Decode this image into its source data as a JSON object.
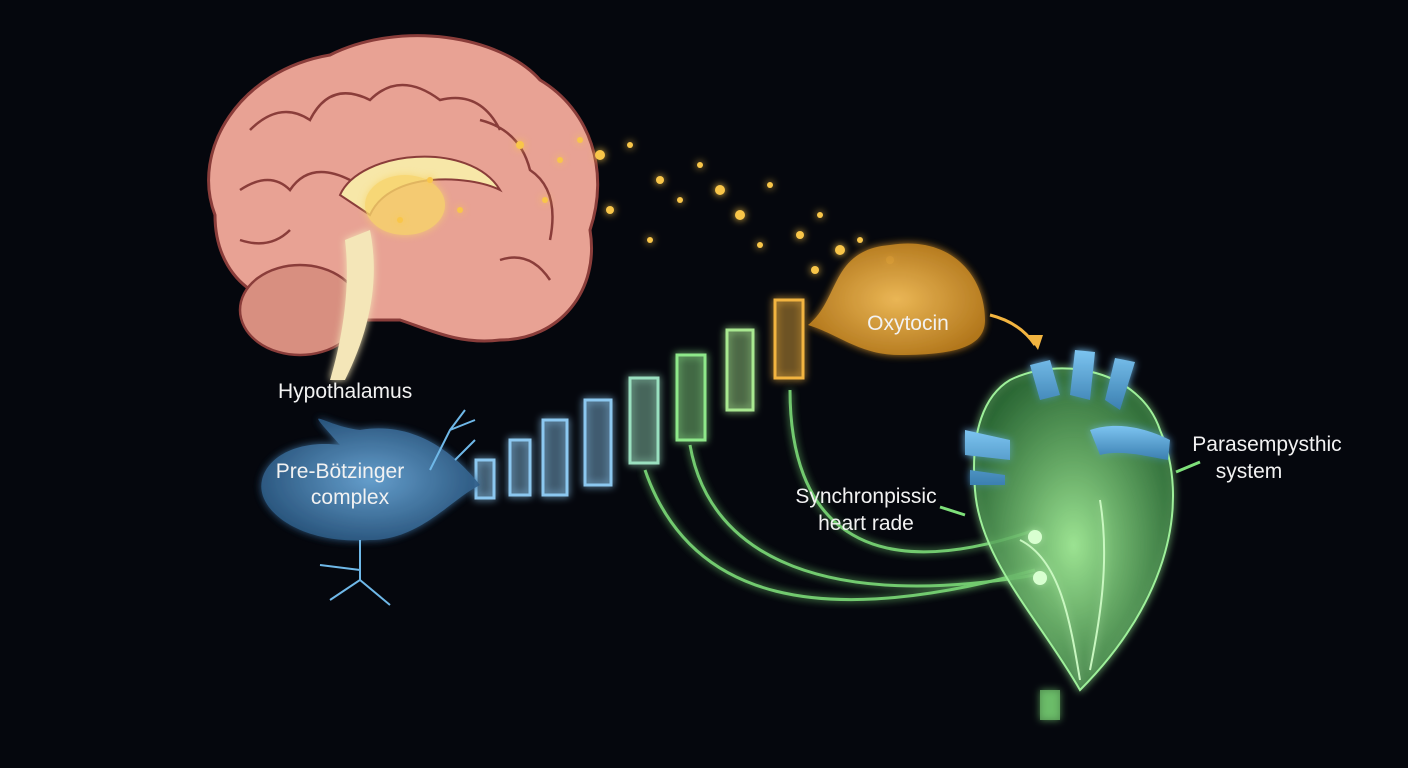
{
  "labels": {
    "hypothalamus": "Hypothalamus",
    "pre_botzinger_line1": "Pre-Bötzinger",
    "pre_botzinger_line2": "complex",
    "oxytocin": "Oxytocin",
    "synch_line1": "Synchronpissic",
    "synch_line2": "heart rade",
    "parasym_line1": "Parasempysthic",
    "parasym_line2": "system"
  },
  "colors": {
    "background": "#05070d",
    "brain": "#e8a294",
    "blue_glow": "#6fb8e8",
    "green_glow": "#7ee07a",
    "gold": "#f2b440"
  }
}
